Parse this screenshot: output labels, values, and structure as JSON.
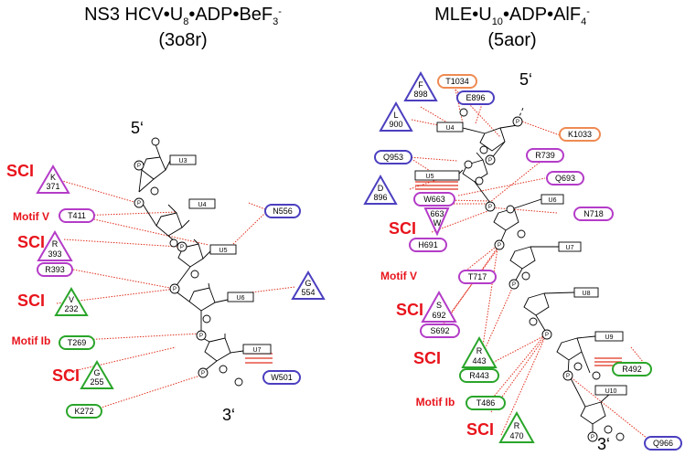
{
  "colors": {
    "contact_line": "#e0301e",
    "label_red": "#e8141c",
    "blue": "#4b3fbf",
    "magenta": "#b43cc8",
    "green": "#2aa52a",
    "orange": "#ef8a52"
  },
  "left_panel": {
    "title": {
      "prefix": "NS3 HCV•U",
      "sub": "8",
      "suffix": "•ADP•BeF",
      "sub2": "3",
      "sup": "-"
    },
    "pdb": "(3o8r)",
    "five_prime": "5‘",
    "three_prime": "3‘",
    "labels": [
      "SCI",
      "Motif V",
      "SCI",
      "SCI",
      "Motif Ib",
      "SCI"
    ],
    "nucleotides": [
      "U3",
      "U4",
      "U5",
      "U6",
      "U7"
    ],
    "phosphate": "P",
    "residues": {
      "T411": "T411",
      "R393": "R393",
      "T269": "T269",
      "K272": "K272",
      "N556": "N556",
      "W501": "W501",
      "K371": [
        "K",
        "371"
      ],
      "R393_tri": [
        "R",
        "393"
      ],
      "V232": [
        "V",
        "232"
      ],
      "G255": [
        "G",
        "255"
      ],
      "G554": [
        "G",
        "554"
      ]
    }
  },
  "right_panel": {
    "title": {
      "prefix": "MLE•U",
      "sub": "10",
      "suffix": "•ADP•AlF",
      "sub2": "4",
      "sup": "-"
    },
    "pdb": "(5aor)",
    "five_prime": "5‘",
    "three_prime": "3‘",
    "labels": [
      "SCI",
      "Motif V",
      "SCI",
      "SCI",
      "Motif Ib",
      "SCI"
    ],
    "nucleotides": [
      "U4",
      "U5",
      "U6",
      "U7",
      "U8",
      "U9",
      "U10"
    ],
    "phosphate": "P",
    "residues": {
      "T1034": "T1034",
      "E896": "E896",
      "K1033": "K1033",
      "Q953": "Q953",
      "R739": "R739",
      "Q693": "Q693",
      "W663": "W663",
      "N718": "N718",
      "H691": "H691",
      "T717": "T717",
      "S692": "S692",
      "R443": "R443",
      "R492": "R492",
      "T486": "T486",
      "Q966": "Q966",
      "F898": [
        "F",
        "898"
      ],
      "L900": [
        "L",
        "900"
      ],
      "D896": [
        "D",
        "896"
      ],
      "W663_tri": [
        "663",
        "W"
      ],
      "S692_tri": [
        "S",
        "692"
      ],
      "R443_tri": [
        "R",
        "443"
      ],
      "R470": [
        "R",
        "470"
      ]
    }
  }
}
